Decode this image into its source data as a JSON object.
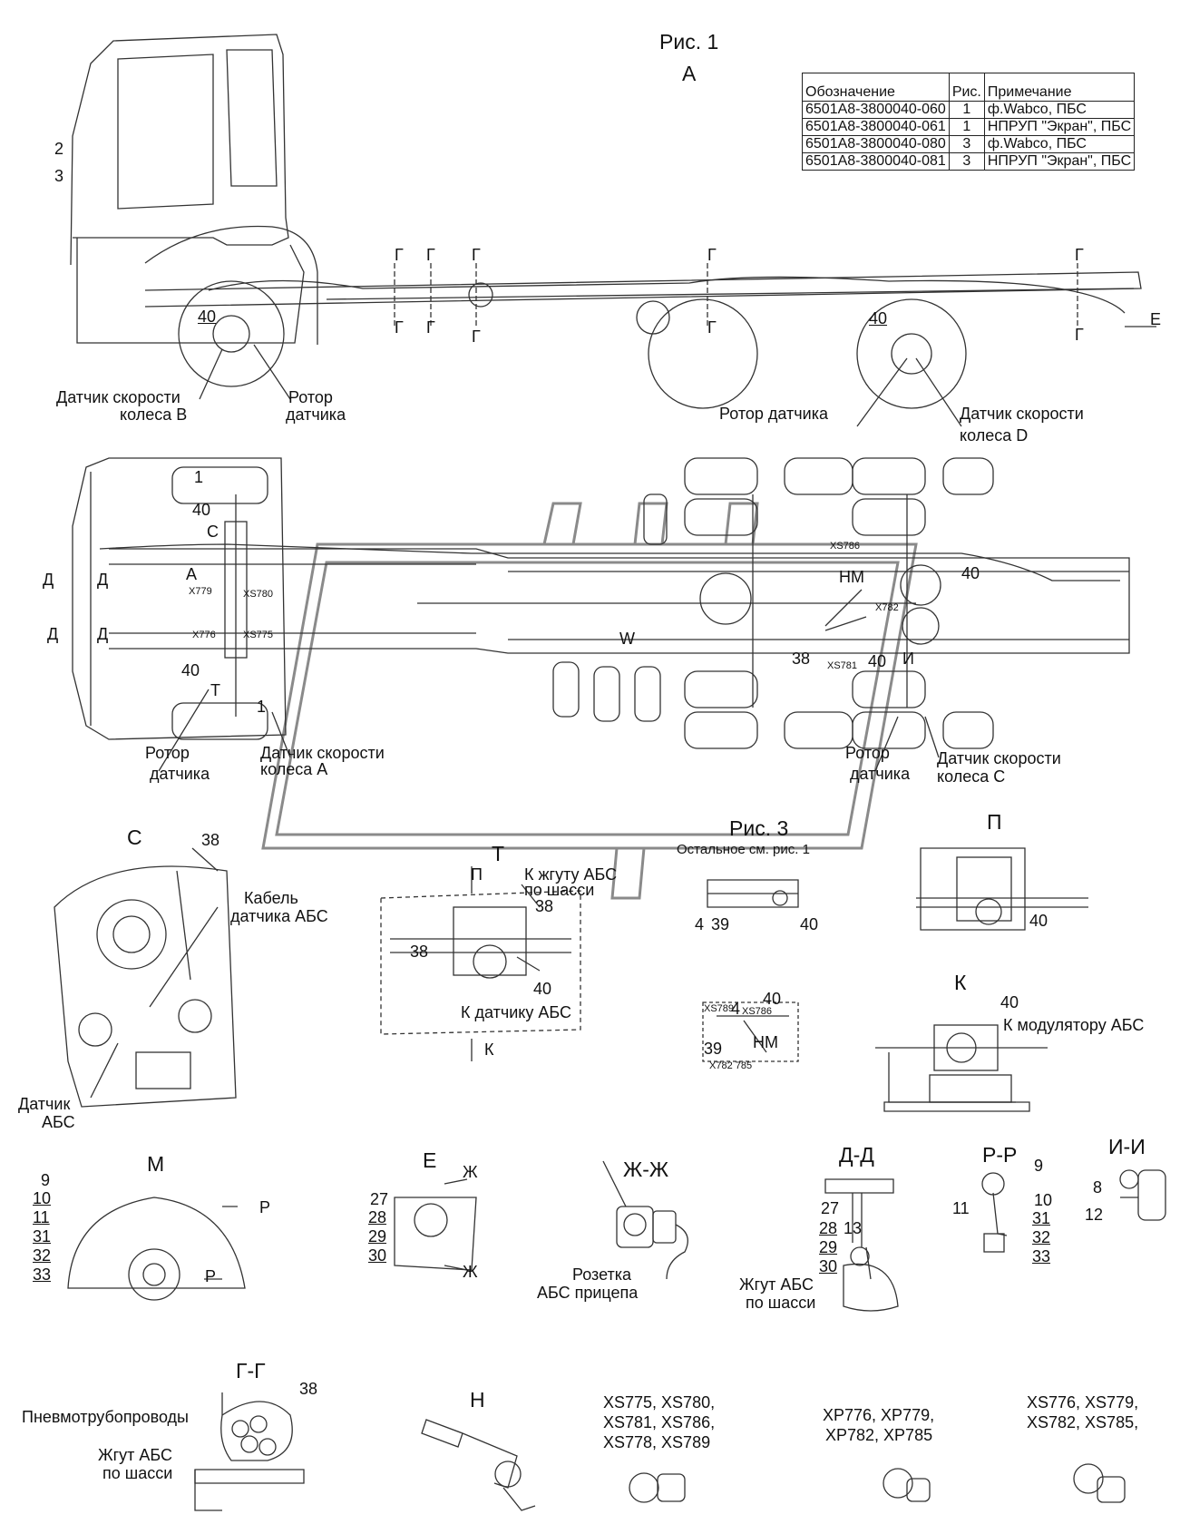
{
  "figure_titles": {
    "fig1": "Рис. 1",
    "fig1_view": "А",
    "fig3": "Рис. 3",
    "fig3_note": "Остальное см. рис. 1"
  },
  "spec_table": {
    "headers": [
      "Обозначение",
      "Рис.",
      "Примечание"
    ],
    "rows": [
      [
        "6501А8-3800040-060",
        "1",
        "ф.Wabco, ПБС"
      ],
      [
        "6501А8-3800040-061",
        "1",
        "НПРУП \"Экран\", ПБС"
      ],
      [
        "6501А8-3800040-080",
        "3",
        "ф.Wabco, ПБС"
      ],
      [
        "6501А8-3800040-081",
        "3",
        "НПРУП \"Экран\", ПБС"
      ]
    ]
  },
  "side_view": {
    "callout_2": "2",
    "callout_3": "3",
    "callout_40_front": "40",
    "callout_40_rear": "40",
    "section_mark": "Г",
    "view_E": "Е",
    "sensor_B_line1": "Датчик скорости",
    "sensor_B_line2": "колеса В",
    "rotor_line1": "Ротор",
    "rotor_line2": "датчика",
    "rotor_rear": "Ротор датчика",
    "sensor_D_line1": "Датчик скорости",
    "sensor_D_line2": "колеса D"
  },
  "top_view": {
    "c1": "1",
    "c40a": "40",
    "c40b": "40",
    "c40c": "40",
    "c40d": "40",
    "c38": "38",
    "c1b": "1",
    "mark_C": "С",
    "mark_A": "А",
    "mark_D": "Д",
    "mark_T": "Т",
    "mark_HM": "НМ",
    "mark_I": "И",
    "x779": "X779",
    "xs780": "XS780",
    "x776": "X776",
    "xs775": "XS775",
    "xs786": "XS786",
    "x782": "X782",
    "xs781": "XS781",
    "w": "W",
    "rotor_line1": "Ротор",
    "rotor_line2": "датчика",
    "sensor_A_line1": "Датчик скорости",
    "sensor_A_line2": "колеса А",
    "rotor_c_line1": "Ротор",
    "rotor_c_line2": "датчика",
    "sensor_C_line1": "Датчик скорости",
    "sensor_C_line2": "колеса С"
  },
  "detail_C": {
    "title": "С",
    "c38": "38",
    "cable_line1": "Кабель",
    "cable_line2": "датчика АБС",
    "sensor_line1": "Датчик",
    "sensor_line2": "АБС"
  },
  "detail_T": {
    "title": "Т",
    "mark_P": "П",
    "mark_K": "К",
    "harness_line1": "К жгуту АБС",
    "harness_line2": "по шасси",
    "c38a": "38",
    "c38b": "38",
    "c40": "40",
    "to_sensor": "К датчику АБС"
  },
  "fig3_details": {
    "c4": "4",
    "c39": "39",
    "c40": "40",
    "xs789": "XS789",
    "xs786": "XS786",
    "c4b": "4",
    "c40b": "40",
    "c39b": "39",
    "hm": "НМ",
    "x782_785": "X782 785"
  },
  "detail_P": {
    "title": "П",
    "c40": "40"
  },
  "detail_K": {
    "title": "К",
    "c40": "40",
    "modulator": "К модулятору АБС"
  },
  "detail_M": {
    "title": "М",
    "callouts": [
      "9",
      "10",
      "11",
      "31",
      "32",
      "33"
    ],
    "mark_P": "Р"
  },
  "detail_E": {
    "title": "Е",
    "callouts": [
      "27",
      "28",
      "29",
      "30"
    ],
    "mark_Zh": "Ж"
  },
  "detail_ZhZh": {
    "title": "Ж-Ж",
    "socket_line1": "Розетка",
    "socket_line2": "АБС прицепа"
  },
  "detail_DD": {
    "title": "Д-Д",
    "callouts": [
      "27",
      "28",
      "29",
      "30"
    ],
    "c13": "13",
    "harness_line1": "Жгут АБС",
    "harness_line2": "по шасси"
  },
  "detail_RR": {
    "title": "Р-Р",
    "c9": "9",
    "c11": "11",
    "callouts": [
      "10",
      "31",
      "32",
      "33"
    ]
  },
  "detail_II": {
    "title": "И-И",
    "c8": "8",
    "c12": "12"
  },
  "detail_GG": {
    "title": "Г-Г",
    "c38": "38",
    "pipes": "Пневмотрубопроводы",
    "harness_line1": "Жгут АБС",
    "harness_line2": "по шасси"
  },
  "detail_H": {
    "title": "Н"
  },
  "connectors": {
    "group1": [
      "XS775, XS780,",
      "XS781, XS786,",
      "XS778, XS789"
    ],
    "group2": [
      "XP776, XP779,",
      "XP782, XP785"
    ],
    "group3": [
      "XS776, XS779,",
      "XS782, XS785,"
    ]
  },
  "colors": {
    "ink": "#111111",
    "line": "#333333",
    "watermark": "#d9d9d9",
    "background": "#ffffff"
  }
}
